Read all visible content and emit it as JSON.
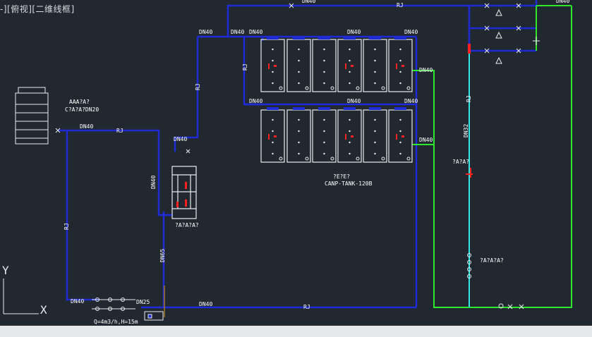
{
  "viewport_label": "-][俯视][二维线框]",
  "colors": {
    "background": "#212830",
    "pipe_blue": "#1f2bd6",
    "pipe_green": "#2ee82e",
    "pipe_cyan": "#35e6e6",
    "pipe_brown": "#a0782a",
    "equipment": "#e8ecef",
    "marker_red": "#ff2020",
    "text": "#ffffff"
  },
  "labels": {
    "dn40": "DN40",
    "dn65": "DN65",
    "dn32": "DN32",
    "rj": "RJ",
    "tank_model": "CANP-TANK-120B",
    "tank_caption": "?E?E?",
    "pump_spec": "Q=4m3/h,H=15m",
    "chiller_caption": "AAA?A?",
    "chiller_spec": "C?A?A?DN20",
    "small_unit_caption": "?A?A?A?",
    "valve_caption": "?A?A?",
    "valve_caption2": "?A?A?A?",
    "r_tag": "RJ",
    "dn25": "DN25",
    "axis_y": "Y",
    "axis_x": "X"
  }
}
